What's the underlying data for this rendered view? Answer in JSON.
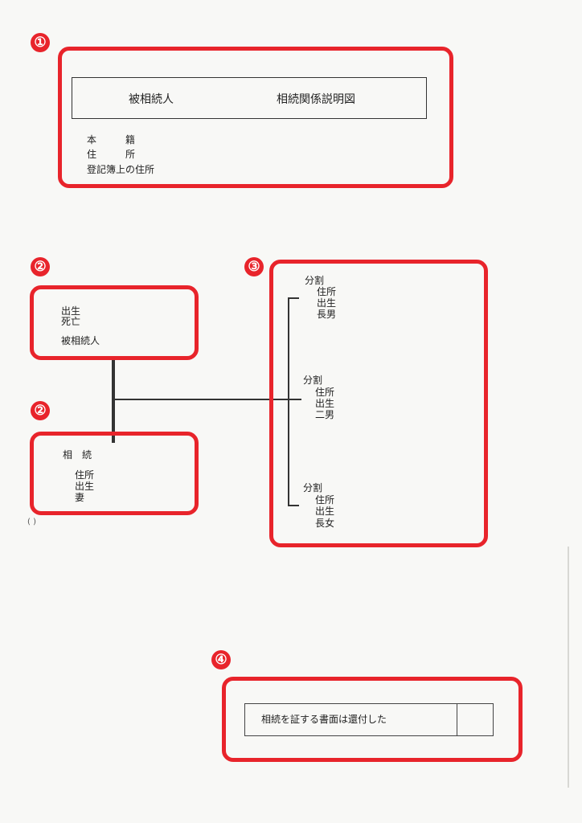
{
  "markers": [
    "①",
    "②",
    "②",
    "③",
    "④"
  ],
  "section1": {
    "deceased_label": "被相続人",
    "chart_title": "相続関係説明図",
    "field_honseki": "本　　　籍",
    "field_address": "住　　　所",
    "field_registry_address": "登記簿上の住所"
  },
  "section2_deceased": {
    "birth": "出生",
    "death": "死亡",
    "role": "被相続人"
  },
  "section2_spouse": {
    "inherit": "相　続",
    "address": "住所",
    "birth": "出生",
    "relation": "妻"
  },
  "section3": {
    "heirs": [
      {
        "division": "分割",
        "address": "住所",
        "birth": "出生",
        "relation": "長男"
      },
      {
        "division": "分割",
        "address": "住所",
        "birth": "出生",
        "relation": "二男"
      },
      {
        "division": "分割",
        "address": "住所",
        "birth": "出生",
        "relation": "長女"
      }
    ]
  },
  "section4": {
    "note": "相続を証する書面は還付した"
  },
  "stray_mark": "( )",
  "colors": {
    "accent": "#e8242b",
    "ink": "#222222",
    "paper": "#f8f8f6"
  }
}
